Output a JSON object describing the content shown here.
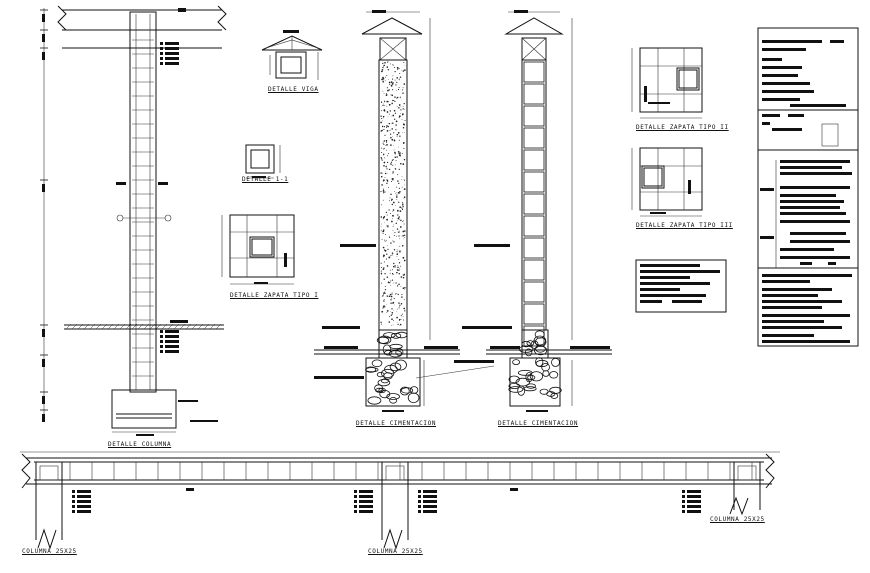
{
  "labels": {
    "detalle_columna": "DETALLE COLUMNA",
    "detalle_viga": "DETALLE VIGA",
    "detalle_1_1": "DETALLE 1-1",
    "detalle_zapata_1": "DETALLE ZAPATA TIPO I",
    "detalle_cimentacion_a": "DETALLE CIMENTACION",
    "detalle_cimentacion_b": "DETALLE CIMENTACION",
    "detalle_zapata_2": "DETALLE ZAPATA TIPO II",
    "detalle_zapata_3": "DETALLE ZAPATA TIPO III",
    "columna_left": "COLUMNA 25X25",
    "columna_mid": "COLUMNA 25X25",
    "columna_right": "COLUMNA 25X25"
  },
  "colors": {
    "ink": "#111111",
    "paper": "#ffffff"
  }
}
